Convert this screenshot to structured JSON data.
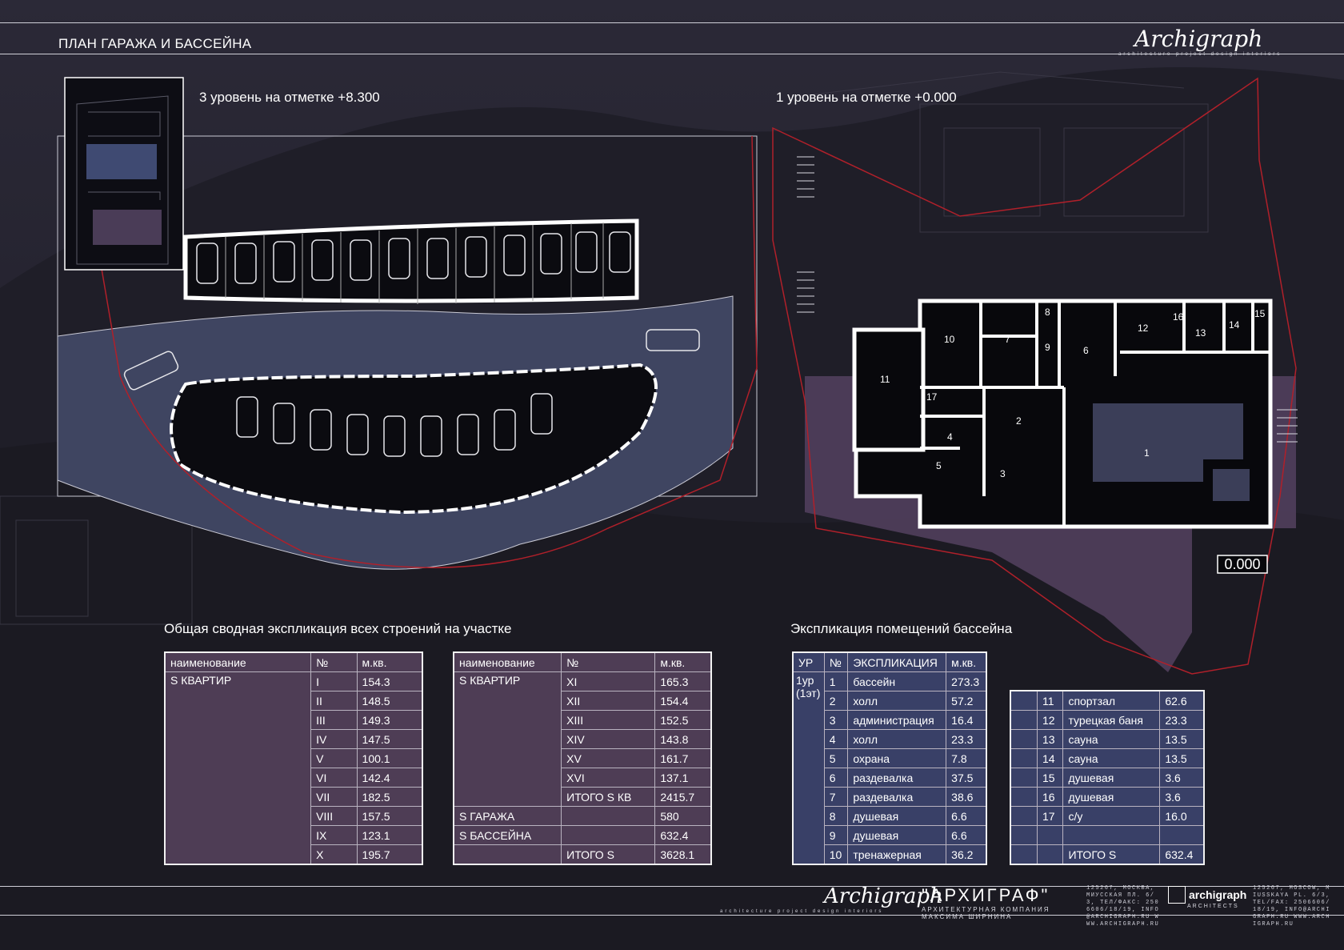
{
  "sheet": {
    "title": "ПЛАН ГАРАЖА И БАССЕЙНА",
    "level3_label": "3 уровень  на отметке  +8.300",
    "level1_label": "1 уровень  на отметке  +0.000",
    "elevation_mark": "0.000",
    "summary_title": "Общая сводная экспликация всех строений на участке",
    "pool_title": "Экспликация помещений бассейна"
  },
  "brand": {
    "logo_script": "Archigraph",
    "tagline": "architecture  project  design  interiors",
    "name_ru": "\"АРХИГРАФ\"",
    "company_ru": "АРХИТЕКТУРНАЯ КОМПАНИЯ",
    "author_ru": "МАКСИМА ШИРНИНА",
    "address_ru": "125267, МОСКВА, МИУССКАЯ ПЛ. 6/3, ТЕЛ/ФАКС: 2506606/18/19, INFO@ARCHIGRAPH.RU WWW.ARCHIGRAPH.RU",
    "name_en": "archigraph",
    "sub_en": "ARCHITECTS",
    "address_en": "125267, MOSCOW, MIUSSKAYA PL. 6/3, TEL/FAX: 2506606/18/19, INFO@ARCHIGRAPH.RU WWW.ARCHIGRAPH.RU"
  },
  "rooms": [
    "1",
    "2",
    "3",
    "4",
    "5",
    "6",
    "7",
    "8",
    "9",
    "10",
    "11",
    "12",
    "13",
    "14",
    "15",
    "16",
    "17"
  ],
  "summary_left": {
    "headers": [
      "наименование",
      "№",
      "м.кв."
    ],
    "group": "S КВАРТИР",
    "rows": [
      [
        "I",
        "154.3"
      ],
      [
        "II",
        "148.5"
      ],
      [
        "III",
        "149.3"
      ],
      [
        "IV",
        "147.5"
      ],
      [
        "V",
        "100.1"
      ],
      [
        "VI",
        "142.4"
      ],
      [
        "VII",
        "182.5"
      ],
      [
        "VIII",
        "157.5"
      ],
      [
        "IX",
        "123.1"
      ],
      [
        "X",
        "195.7"
      ]
    ]
  },
  "summary_right": {
    "headers": [
      "наименование",
      "№",
      "м.кв."
    ],
    "group": "S КВАРТИР",
    "rows": [
      [
        "XI",
        "165.3"
      ],
      [
        "XII",
        "154.4"
      ],
      [
        "XIII",
        "152.5"
      ],
      [
        "XIV",
        "143.8"
      ],
      [
        "XV",
        "161.7"
      ],
      [
        "XVI",
        "137.1"
      ]
    ],
    "subtotal": [
      "ИТОГО S КВ",
      "2415.7"
    ],
    "garage": [
      "S ГАРАЖА",
      "580"
    ],
    "pool": [
      "S БАССЕЙНА",
      "632.4"
    ],
    "total": [
      "ИТОГО S",
      "3628.1"
    ]
  },
  "pool_left": {
    "headers": [
      "УР",
      "№",
      "ЭКСПЛИКАЦИЯ",
      "м.кв."
    ],
    "level_a": "1ур",
    "level_b": "(1эт)",
    "rows": [
      [
        "1",
        "бассейн",
        "273.3"
      ],
      [
        "2",
        "холл",
        "57.2"
      ],
      [
        "3",
        "администрация",
        "16.4"
      ],
      [
        "4",
        "холл",
        "23.3"
      ],
      [
        "5",
        "охрана",
        "7.8"
      ],
      [
        "6",
        "раздевалка",
        "37.5"
      ],
      [
        "7",
        "раздевалка",
        "38.6"
      ],
      [
        "8",
        "душевая",
        "6.6"
      ],
      [
        "9",
        "душевая",
        "6.6"
      ],
      [
        "10",
        "тренажерная",
        "36.2"
      ]
    ]
  },
  "pool_right": {
    "rows": [
      [
        "11",
        "спортзал",
        "62.6"
      ],
      [
        "12",
        "турецкая баня",
        "23.3"
      ],
      [
        "13",
        "сауна",
        "13.5"
      ],
      [
        "14",
        "сауна",
        "13.5"
      ],
      [
        "15",
        "душевая",
        "3.6"
      ],
      [
        "16",
        "душевая",
        "3.6"
      ],
      [
        "17",
        "с/у",
        "16.0"
      ]
    ],
    "total_label": "ИТОГО S",
    "total_value": "632.4"
  },
  "colors": {
    "background": "#24222f",
    "road": "#3f4561",
    "site_boundary": "#b0202a",
    "terrace": "#4e3d5a",
    "summary_table": "#4e3d55",
    "pool_table": "#394067",
    "pool_water": "#3b3e58"
  }
}
